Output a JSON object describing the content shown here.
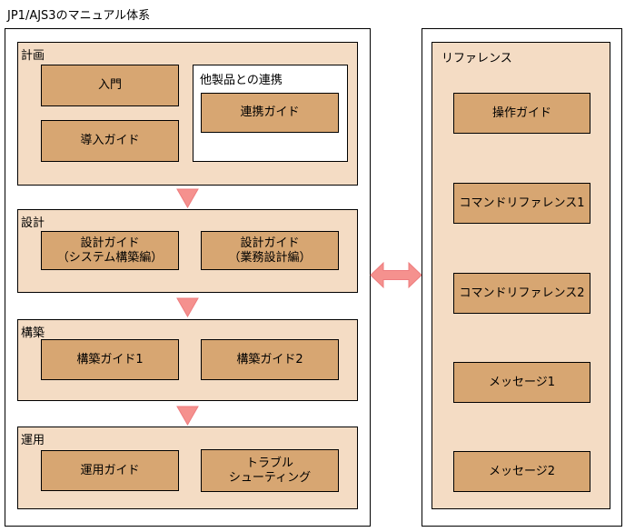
{
  "title": "JP1/AJS3のマニュアル体系",
  "colors": {
    "panel_bg": "#FFFFFF",
    "section_bg": "#F4DCC4",
    "manual_box_bg": "#D7A672",
    "border": "#000000",
    "arrow_fill": "#F5918E",
    "arrow_stroke": "#EE7C7E"
  },
  "left_panel": {
    "sections": [
      {
        "label": "計画",
        "boxes": [
          "入門",
          "導入ガイド"
        ],
        "subgroup": {
          "label": "他製品との連携",
          "boxes": [
            "連携ガイド"
          ]
        }
      },
      {
        "label": "設計",
        "boxes": [
          "設計ガイド\n（システム構築編）",
          "設計ガイド\n（業務設計編）"
        ]
      },
      {
        "label": "構築",
        "boxes": [
          "構築ガイド1",
          "構築ガイド2"
        ]
      },
      {
        "label": "運用",
        "boxes": [
          "運用ガイド",
          "トラブル\nシューティング"
        ]
      }
    ]
  },
  "right_panel": {
    "label": "リファレンス",
    "boxes": [
      "操作ガイド",
      "コマンドリファレンス1",
      "コマンドリファレンス2",
      "メッセージ1",
      "メッセージ2"
    ]
  },
  "icons": {
    "flow_arrow": "down-arrow",
    "link_arrow": "left-right-arrow"
  }
}
